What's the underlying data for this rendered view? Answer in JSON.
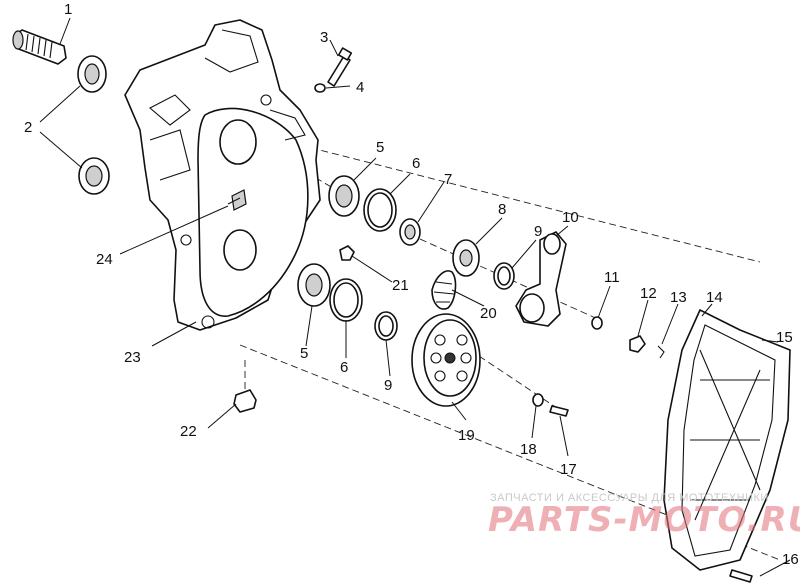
{
  "callouts": [
    "1",
    "2",
    "3",
    "4",
    "5",
    "6",
    "7",
    "8",
    "9",
    "10",
    "11",
    "12",
    "13",
    "14",
    "15",
    "16",
    "17",
    "18",
    "19",
    "20",
    "21",
    "22",
    "23",
    "24",
    "5",
    "6",
    "9"
  ],
  "watermark": {
    "line1": "ЗАПЧАСТИ И АКСЕССУАРЫ ДЛЯ МОТОТЕХНИКИ",
    "logo": "PARTS-MOTO.RU"
  }
}
